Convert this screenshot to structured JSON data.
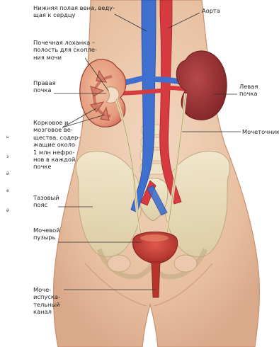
{
  "colors": {
    "skin": "#ecc9b0",
    "skin_shadow": "#d9a98a",
    "bone": "#e9dfbf",
    "bone_edge": "#b8a678",
    "artery": "#d63b3f",
    "vein": "#3f6fcf",
    "kidney": "#a8383a",
    "kidney_cut": "#e9a98a",
    "bladder": "#c9443c",
    "ureter": "#efe3c2",
    "leader": "#333333"
  },
  "labels": {
    "ivc": "Нижняя полая вена, веду-\nщая к сердцу",
    "aorta": "Аорта",
    "pelvis": "Почечная лоханка –\nполость для скопле-\nния мочи",
    "right_kidney": "Правая\nпочка",
    "left_kidney": "Левая\nпочка",
    "cortex": "Корковое и\nмозговое ве-\nщества, содер-\nжащие около\n1 млн нефро-\nнов в каждой\nпочке",
    "ureter": "Мочеточник",
    "pelvic_girdle": "Тазовый\nпояс",
    "bladder": "Мочевой\nпузырь",
    "urethra": "Моче-\nиспуска-\nтельный\nканал"
  },
  "margin_fragments": [
    "ь",
    "з",
    "й",
    "е",
    "й"
  ]
}
